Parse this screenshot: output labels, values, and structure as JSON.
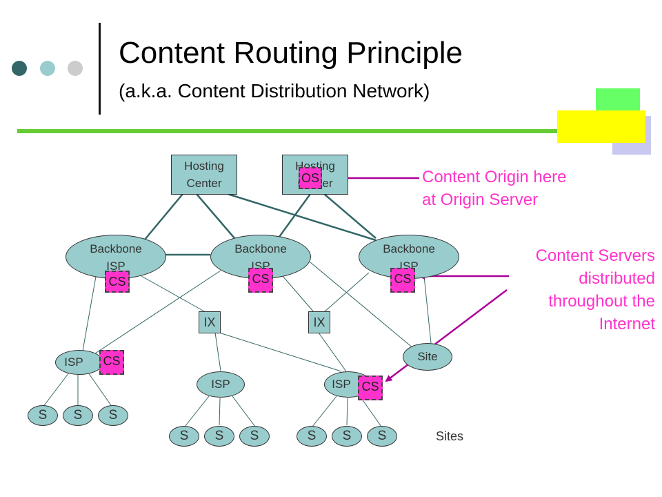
{
  "slide": {
    "title": "Content Routing Principle",
    "subtitle": "(a.k.a. Content Distribution Network)"
  },
  "colors": {
    "node_fill": "#99cccc",
    "server_fill": "#ff33cc",
    "arrow": "#aa0099",
    "callout_text": "#ff33cc",
    "rule": "#66cc33"
  },
  "diagram": {
    "hosting_center_label": "Hosting\nCenter",
    "backbone_label": "Backbone\nISP",
    "isp_label": "ISP",
    "ix_label": "IX",
    "site_label": "Site",
    "site_leaf_label": "S",
    "origin_server_label": "OS",
    "content_server_label": "CS",
    "sites_label": "Sites"
  },
  "callouts": {
    "origin_line1": "Content Origin here",
    "origin_line2": "at Origin Server",
    "servers_line1": "Content Servers",
    "servers_line2": "distributed",
    "servers_line3": "throughout the",
    "servers_line4": "Internet"
  }
}
